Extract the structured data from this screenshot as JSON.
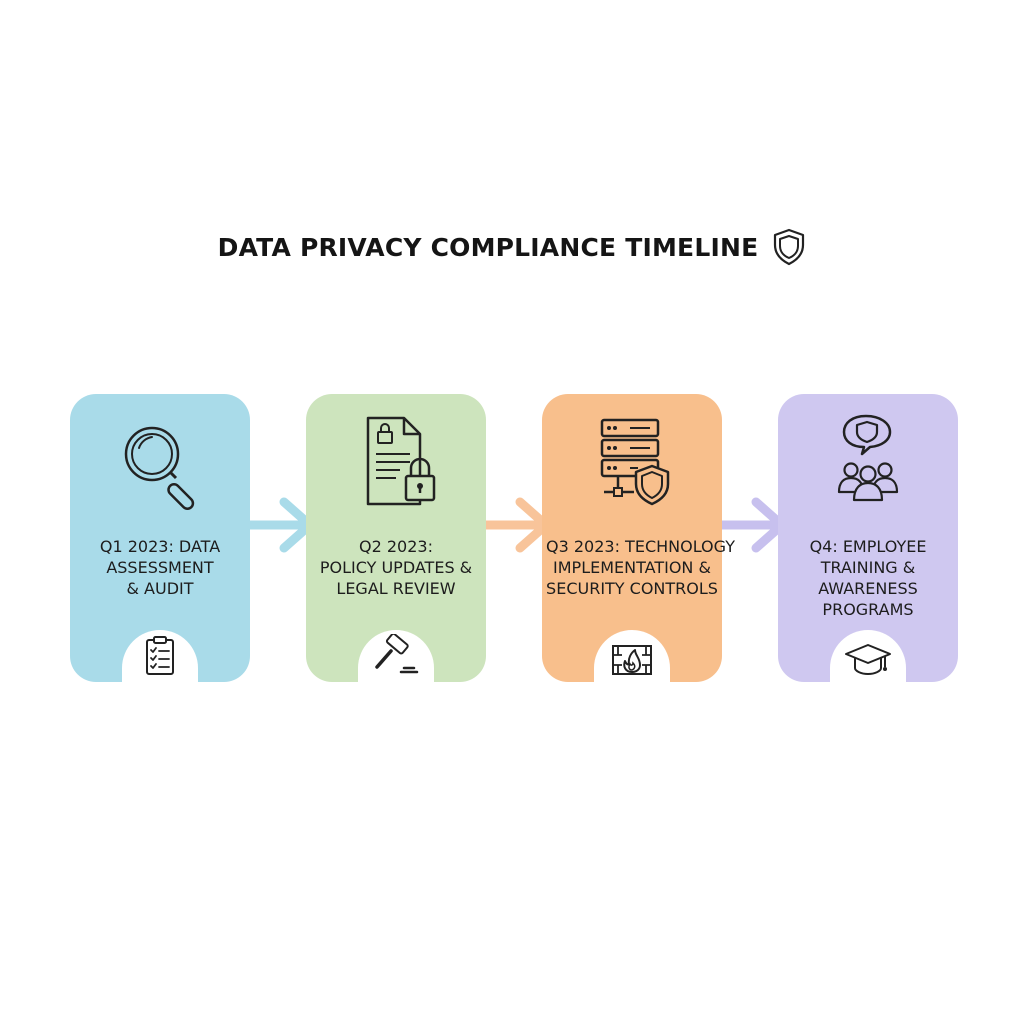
{
  "title": "DATA PRIVACY COMPLIANCE TIMELINE",
  "colors": {
    "q1": "#a9dbe9",
    "q2": "#cde4bd",
    "q3": "#f8bf8c",
    "q4": "#cfc8f0",
    "arrow_q1": "#a9dbe9",
    "arrow_q2": "#f8c49a",
    "arrow_q3": "#c7c0ee",
    "icon_stroke": "#222222"
  },
  "stages": [
    {
      "lines": [
        "Q1 2023: DATA",
        "ASSESSMENT",
        "& AUDIT"
      ],
      "main_icon": "magnifying-glass-icon",
      "badge_icon": "checklist-clipboard-icon"
    },
    {
      "lines": [
        "Q2 2023:",
        "POLICY UPDATES &",
        "LEGAL REVIEW"
      ],
      "main_icon": "locked-document-icon",
      "badge_icon": "gavel-icon"
    },
    {
      "lines": [
        "Q3 2023: TECHNOLOGY",
        "IMPLEMENTATION &",
        "SECURITY CONTROLS"
      ],
      "main_icon": "server-shield-icon",
      "badge_icon": "firewall-icon"
    },
    {
      "lines": [
        "Q4: EMPLOYEE",
        "TRAINING &",
        "AWARENESS",
        "PROGRAMS"
      ],
      "main_icon": "team-shield-icon",
      "badge_icon": "graduation-cap-icon"
    }
  ]
}
